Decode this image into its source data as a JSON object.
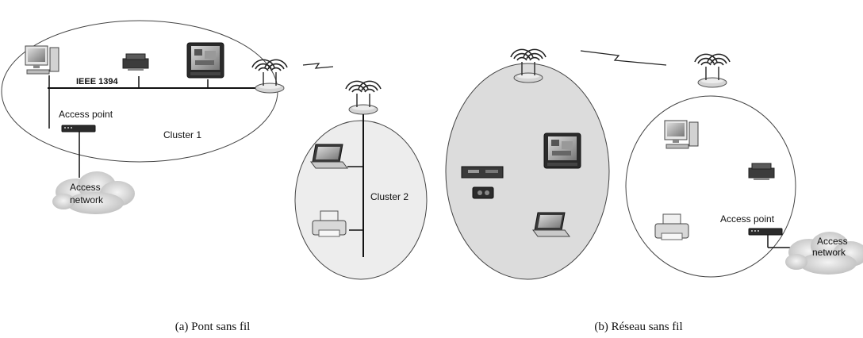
{
  "panel_a": {
    "bus_label": "IEEE 1394",
    "access_point_label": "Access point",
    "cluster1_label": "Cluster 1",
    "cluster2_label": "Cluster 2",
    "access_network_line1": "Access",
    "access_network_line2": "network",
    "caption": "(a) Pont sans fil"
  },
  "panel_b": {
    "access_point_label": "Access point",
    "access_network_line1": "Access",
    "access_network_line2": "network",
    "caption": "(b) Réseau sans fil"
  },
  "icons": [
    "pc-icon",
    "printer-icon",
    "tv-icon",
    "laptop-icon",
    "access-point-icon",
    "wireless-router-icon",
    "cloud-icon",
    "settop-box-icon",
    "camcorder-icon"
  ]
}
